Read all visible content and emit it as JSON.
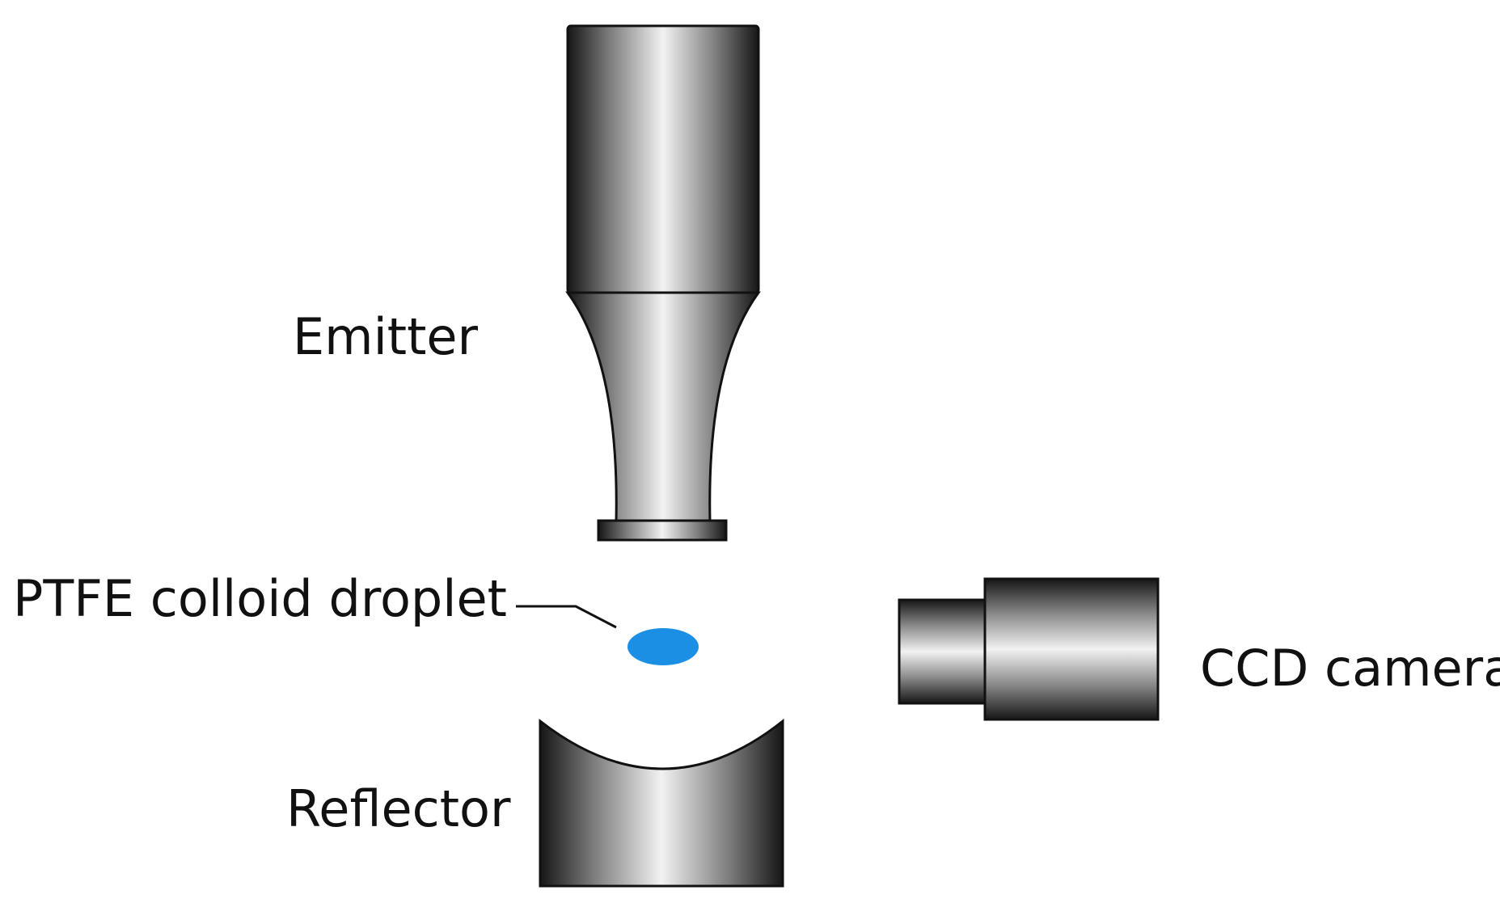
{
  "labels": {
    "emitter": "Emitter",
    "droplet": "PTFE colloid droplet",
    "camera": "CCD camera",
    "reflector": "Reflector"
  },
  "colors": {
    "droplet": "#1b8fe3",
    "outline": "#111111",
    "label": "#111111",
    "metal_dark": "#161616",
    "metal_light": "#f2f2f2"
  }
}
